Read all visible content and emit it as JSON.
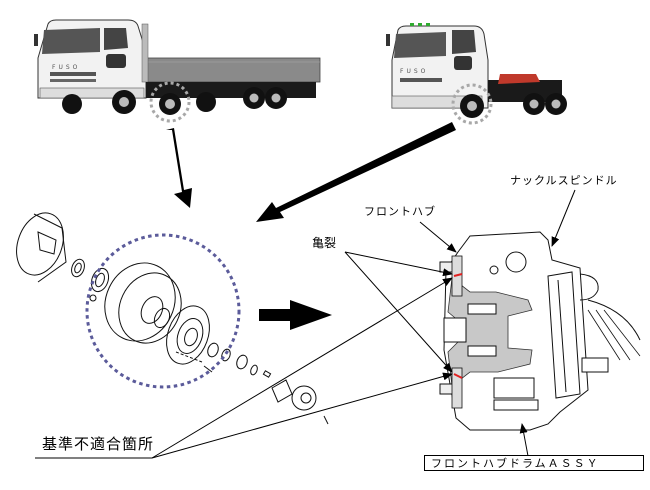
{
  "diagram": {
    "subject": "Front hub drum assembly crack on heavy-duty trucks",
    "trucks": [
      {
        "name": "cargo-truck",
        "brand_badge": "FUSO",
        "type": "flatbed"
      },
      {
        "name": "tractor-head",
        "brand_badge": "FUSO",
        "type": "tractor"
      }
    ],
    "labels": {
      "knuckle_spindle": "ナックルスピンドル",
      "front_hub": "フロントハブ",
      "crack": "亀裂",
      "nonconforming_location": "基準不適合箇所",
      "front_hub_drum_assy": "フロントハブドラムＡＳＳＹ"
    },
    "colors": {
      "line": "#000000",
      "highlight_circle": "#5b5b9a",
      "truck_circle": "#a8a8a8",
      "crack_mark": "#e02020",
      "hub_fill": "#c8c8c8",
      "tractor_coupler": "#c0392b",
      "cab_lamps": "#2eaa2e"
    }
  }
}
